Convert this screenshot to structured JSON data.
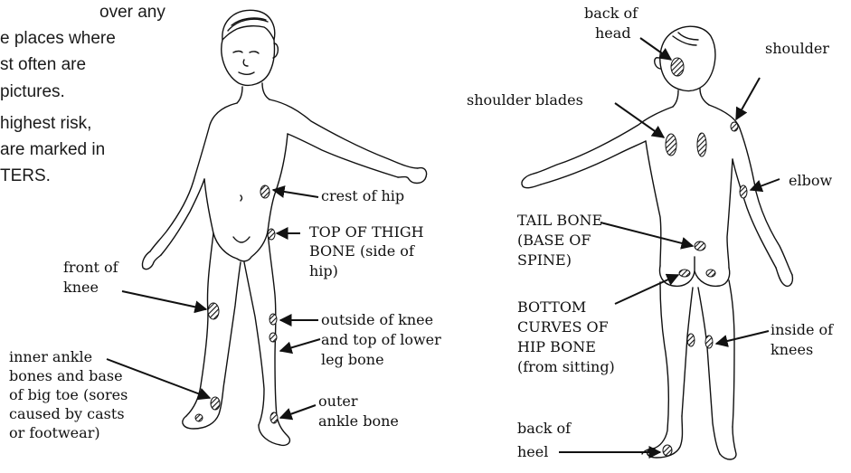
{
  "intro": {
    "line1": "over any",
    "line2": "e places where",
    "line3": "st often are",
    "line4": "pictures.",
    "line5": "highest risk,",
    "line6": "are marked in",
    "line7": "TERS."
  },
  "front_labels": {
    "crest_of_hip": "crest of hip",
    "top_thigh_1": "TOP OF THIGH",
    "top_thigh_2": "BONE (side of",
    "top_thigh_3": "hip)",
    "front_knee_1": "front of",
    "front_knee_2": "knee",
    "outside_knee_1": "outside of knee",
    "outside_knee_2": "and top of lower",
    "outside_knee_3": "leg bone",
    "inner_ankle_1": "inner ankle",
    "inner_ankle_2": "bones and base",
    "inner_ankle_3": "of big toe (sores",
    "inner_ankle_4": "caused by casts",
    "inner_ankle_5": "or footwear)",
    "outer_ankle_1": "outer",
    "outer_ankle_2": "ankle bone"
  },
  "back_labels": {
    "back_head_1": "back of",
    "back_head_2": "head",
    "shoulder": "shoulder",
    "shoulder_blades": "shoulder blades",
    "elbow": "elbow",
    "tail_bone_1": "TAIL BONE",
    "tail_bone_2": "(BASE OF",
    "tail_bone_3": "SPINE)",
    "bottom_curves_1": "BOTTOM",
    "bottom_curves_2": "CURVES OF",
    "bottom_curves_3": "HIP BONE",
    "bottom_curves_4": "(from sitting)",
    "inside_knees_1": "inside of",
    "inside_knees_2": "knees",
    "back_heel_1": "back of",
    "back_heel_2": "heel"
  }
}
